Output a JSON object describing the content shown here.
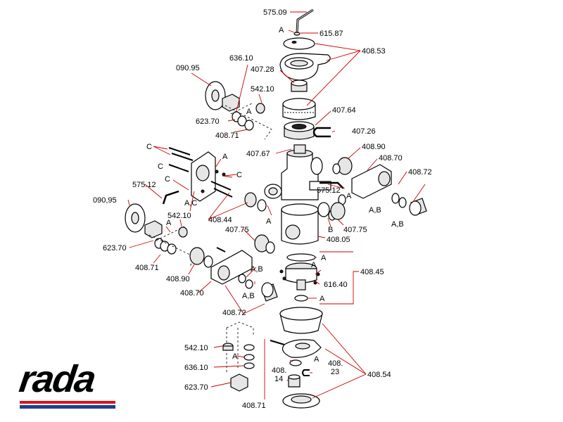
{
  "labels": {
    "l575_09_top": "575.09",
    "l615_87": "615.87",
    "lA_top": "A",
    "l408_53": "408.53",
    "l090_95_top": "090.95",
    "l636_10_top": "636.10",
    "l407_28": "407.28",
    "l542_10_top": "542.10",
    "l623_70_top": "623.70",
    "lA_mid1": "A",
    "l408_71_top": "408.71",
    "l407_64": "407.64",
    "l407_26": "407.26",
    "lC1": "C",
    "lC2": "C",
    "lA_frame": "A",
    "lC3": "C",
    "lC4": "C",
    "l407_67": "407.67",
    "l408_90_right": "408.90",
    "l408_70_right": "408.70",
    "l408_72_right": "408.72",
    "l575_12_left": "575.12",
    "lAC": "A,C",
    "l575_12_right": "575.12",
    "lA_r1": "A",
    "lAB_r1": "A,B",
    "lAB_r2": "A,B",
    "l090_95_left": "090,95",
    "l542_10_left": "542.10",
    "l408_44": "408.44",
    "lA_mid2": "A",
    "lB": "B",
    "l407_75_right": "407.75",
    "l623_70_left": "623.70",
    "lA_left": "A",
    "l407_75_left": "407.75",
    "l408_05": "408.05",
    "l408_71_left": "408.71",
    "lA_c1": "A",
    "lA_c2": "A",
    "l408_45": "408.45",
    "l408_90_left": "408.90",
    "lAB_c": "A,B",
    "lAB_c2": "A,B",
    "l616_40": "616.40",
    "l408_70_left": "408.70",
    "lA_c3": "A",
    "l408_72_left": "408.72",
    "l542_10_bot": "542.10",
    "lA_bot1": "A",
    "l636_10_bot": "636.10",
    "l408_14a": "408.",
    "l408_14b": "14",
    "lA_bot2": "A",
    "l408_23a": "408.",
    "l408_23b": "23",
    "l408_54": "408.54",
    "l623_70_bot": "623.70",
    "l408_71_bot": "408.71"
  },
  "logo": {
    "text": "rada",
    "colors": {
      "red": "#d8141b",
      "blue": "#1d3f94"
    }
  },
  "leader_color": "#d00000"
}
